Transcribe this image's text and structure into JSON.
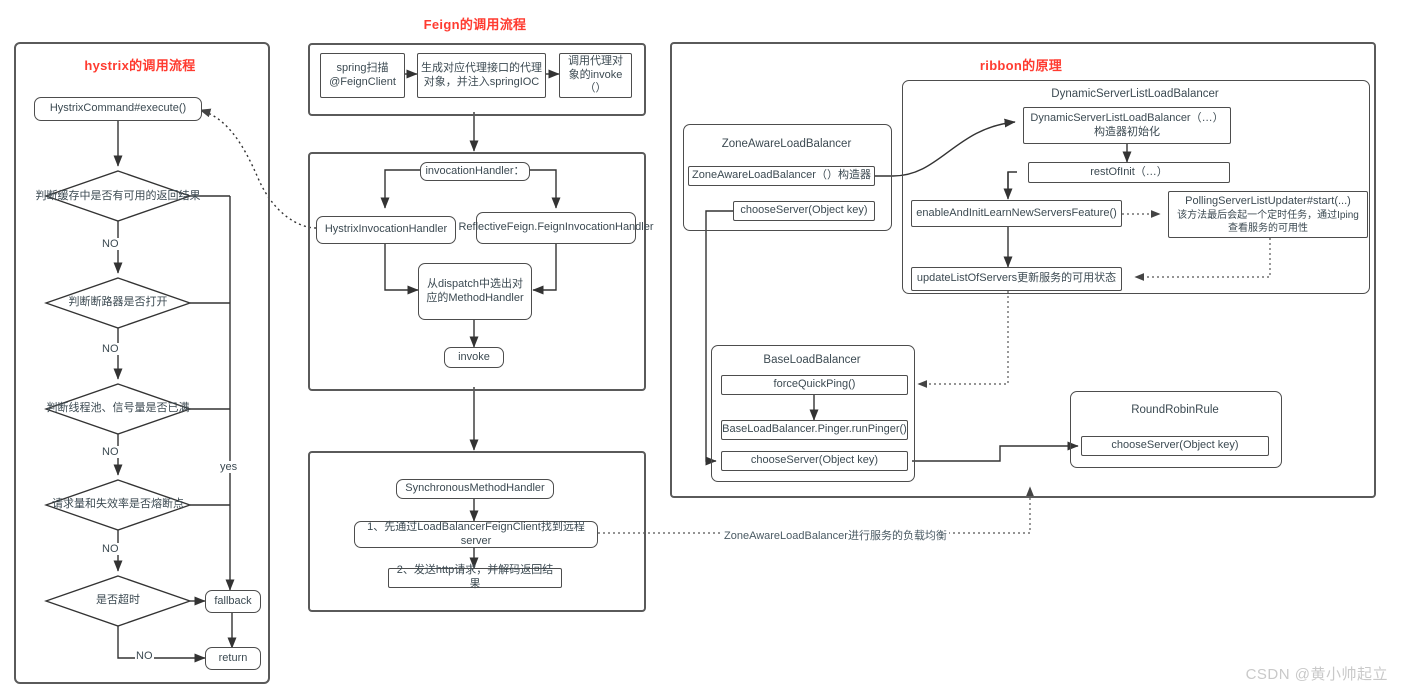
{
  "page": {
    "watermark": "CSDN @黄小帅起立"
  },
  "hystrix": {
    "title": "hystrix的调用流程",
    "entry": "HystrixCommand#execute()",
    "decisions": [
      "判断缓存中是否有可用的返回结果",
      "判断断路器是否打开",
      "判断线程池、信号量是否已满",
      "请求量和失效率是否熔断点",
      "是否超时"
    ],
    "no_labels": [
      "NO",
      "NO",
      "NO",
      "NO",
      "NO"
    ],
    "yes_label": "yes",
    "fallback": "fallback",
    "return": "return"
  },
  "feign": {
    "title": "Feign的调用流程",
    "stage1": [
      "spring扫描@FeignClient",
      "生成对应代理接口的代理对象，并注入springIOC",
      "调用代理对象的invoke（）"
    ],
    "stage2": {
      "handler": "invocationHandler：",
      "left": "HystrixInvocationHandler",
      "right": "ReflectiveFeign.FeignInvocationHandler",
      "dispatch": "从dispatch中选出对应的MethodHandler",
      "invoke": "invoke"
    },
    "stage3": {
      "sync": "SynchronousMethodHandler",
      "step1": "1、先通过LoadBalancerFeignClient找到远程server",
      "step2": "2、发送http请求，并解码返回结果"
    }
  },
  "ribbon": {
    "title": "ribbon的原理",
    "dynamic": {
      "group_title": "DynamicServerListLoadBalancer",
      "ctor": "DynamicServerListLoadBalancer（…）构造器初始化",
      "rest_of_init": "restOfInit（…）",
      "enable": "enableAndInitLearnNewServersFeature()",
      "updater": "PollingServerListUpdater#start(...)\n该方法最后会起一个定时任务，通过Iping查看服务的可用性",
      "updater_line1": "PollingServerListUpdater#start(...)",
      "updater_line2": "该方法最后会起一个定时任务，通过Iping",
      "updater_line3": "查看服务的可用性",
      "update_list": "updateListOfServers更新服务的可用状态"
    },
    "zone": {
      "group_title": "ZoneAwareLoadBalancer",
      "ctor": "ZoneAwareLoadBalancer（）构造器",
      "choose": "chooseServer(Object key)"
    },
    "base": {
      "group_title": "BaseLoadBalancer",
      "force_ping": "forceQuickPing()",
      "run_pinger": "BaseLoadBalancer.Pinger.runPinger()",
      "choose": "chooseServer(Object key)"
    },
    "round_robin": {
      "group_title": "RoundRobinRule",
      "choose": "chooseServer(Object key)"
    }
  },
  "connections": {
    "lb_note": "ZoneAwareLoadBalancer进行服务的负载均衡"
  },
  "colors": {
    "title_red": "#ff3b30",
    "node_text": "#3c4a52",
    "stroke": "#4d4d4d",
    "frame": "#5a5a5a",
    "watermark": "#c9c9c9"
  }
}
